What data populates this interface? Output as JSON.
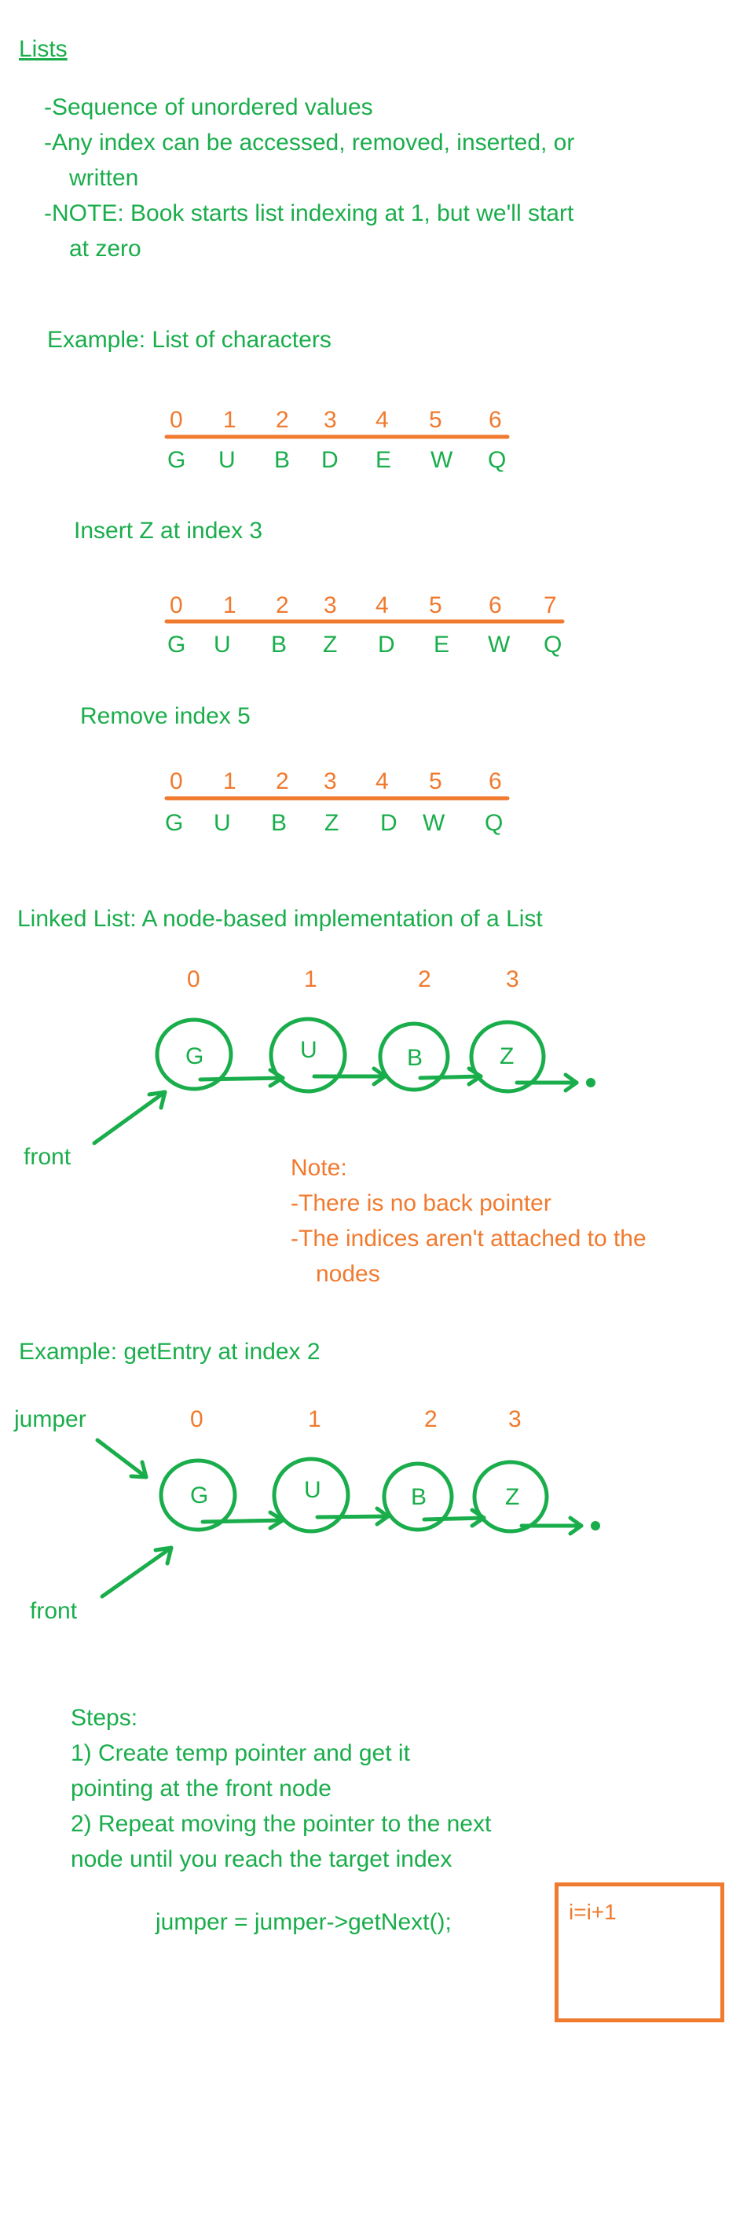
{
  "title": "Lists",
  "bullets": [
    "-Sequence of unordered values",
    "-Any index can be accessed, removed, inserted, or",
    "written",
    "-NOTE: Book starts list indexing at 1, but we'll start",
    "at zero"
  ],
  "example_heading": "Example: List of  characters",
  "list1": {
    "indices": [
      "0",
      "1",
      "2",
      "3",
      "4",
      "5",
      "6"
    ],
    "values": [
      "G",
      "U",
      "B",
      "D",
      "E",
      "W",
      "Q"
    ]
  },
  "insert_heading": "Insert Z at index 3",
  "list2": {
    "indices": [
      "0",
      "1",
      "2",
      "3",
      "4",
      "5",
      "6",
      "7"
    ],
    "values": [
      "G",
      "U",
      "B",
      "Z",
      "D",
      "E",
      "W",
      "Q"
    ]
  },
  "remove_heading": "Remove index 5",
  "list3": {
    "indices": [
      "0",
      "1",
      "2",
      "3",
      "4",
      "5",
      "6"
    ],
    "values": [
      "G",
      "U",
      "B",
      "Z",
      "D",
      "W",
      "Q"
    ]
  },
  "linked_heading": "Linked List: A node-based implementation of a List",
  "linked1": {
    "indices": [
      "0",
      "1",
      "2",
      "3"
    ],
    "nodes": [
      "G",
      "U",
      "B",
      "Z"
    ],
    "front_label": "front"
  },
  "note": {
    "title": "Note:",
    "lines": [
      "-There is no back pointer",
      "-The indices aren't attached to the",
      "nodes"
    ]
  },
  "example2_heading": "Example: getEntry at index 2",
  "linked2": {
    "jumper_label": "jumper",
    "indices": [
      "0",
      "1",
      "2",
      "3"
    ],
    "nodes": [
      "G",
      "U",
      "B",
      "Z"
    ],
    "front_label": "front"
  },
  "steps": {
    "title": "Steps:",
    "lines": [
      "1) Create temp pointer and get it",
      "pointing at the front node",
      "2) Repeat moving the pointer to the next",
      "node until you reach the target index"
    ]
  },
  "code": "jumper =   jumper->getNext();",
  "box_text": "i=i+1",
  "colors": {
    "green": "#1aad4b",
    "orange": "#f07a2e"
  }
}
